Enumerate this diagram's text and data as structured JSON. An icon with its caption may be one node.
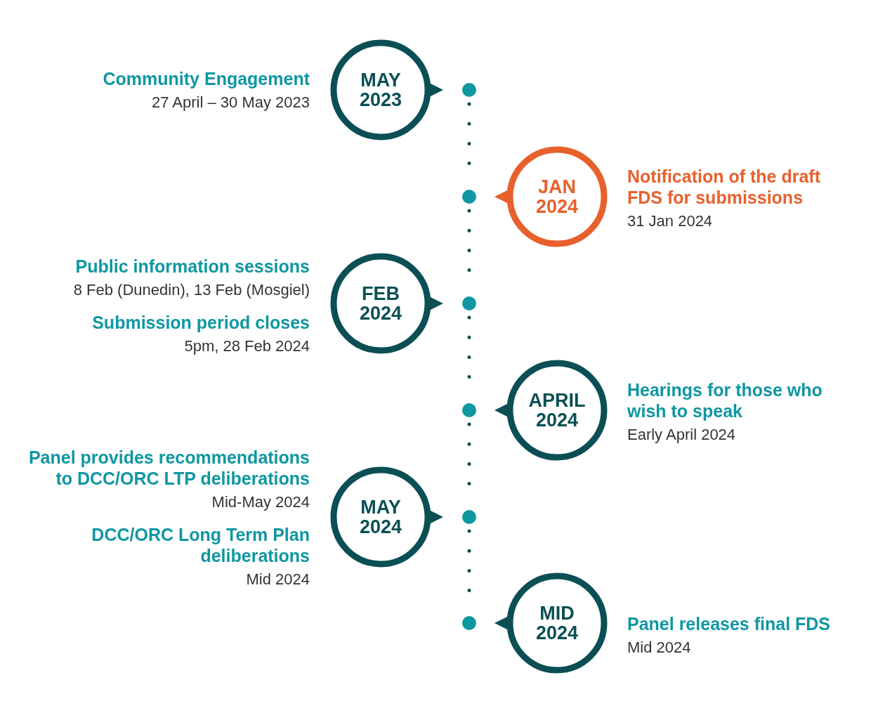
{
  "diagram": {
    "nodes": [
      {
        "text": [
          "MAY 2023"
        ],
        "beside": [
          "Community Engagement",
          "27 April – 30 May 2023"
        ]
      },
      {
        "text": [
          "JAN 2024"
        ],
        "beside": [
          "Notification of the draft FDS for submissions",
          "31 Jan 2024"
        ]
      },
      {
        "text": [
          "FEB 2024"
        ],
        "beside": [
          "Public information sessions",
          "8 Feb (Dunedin), 13 Feb (Mosgiel)",
          "Submission period closes",
          "5pm, 28 Feb 2024"
        ]
      },
      {
        "text": [
          "APRIL 2024"
        ],
        "beside": [
          "Hearings for those who wish to speak",
          "Early April 2024"
        ]
      },
      {
        "text": [
          "MAY 2024"
        ],
        "beside": [
          "Panel provides recommendations to DCC/ORC LTP deliberations",
          "Mid-May 2024",
          "DCC/ORC Long Term Plan deliberations",
          "Mid 2024"
        ]
      },
      {
        "text": [
          "MID 2024"
        ],
        "beside": [
          "Panel releases final FDS",
          "Mid 2024"
        ]
      },
      {
        "text": [],
        "shape": "circle"
      },
      {
        "text": [],
        "shape": "circle"
      },
      {
        "text": [],
        "shape": "circle"
      },
      {
        "text": [],
        "shape": "circle"
      },
      {
        "text": [],
        "shape": "circle"
      },
      {
        "text": [],
        "shape": "circle"
      }
    ],
    "edges": [
      {
        "from": 6,
        "to": 7,
        "arrow": "none",
        "style": "dashed"
      },
      {
        "from": 7,
        "to": 8,
        "arrow": "none",
        "style": "dashed"
      },
      {
        "from": 8,
        "to": 9,
        "arrow": "none",
        "style": "dashed"
      },
      {
        "from": 9,
        "to": 10,
        "arrow": "none",
        "style": "dashed"
      },
      {
        "from": 10,
        "to": 11,
        "arrow": "none",
        "style": "dashed"
      }
    ]
  }
}
